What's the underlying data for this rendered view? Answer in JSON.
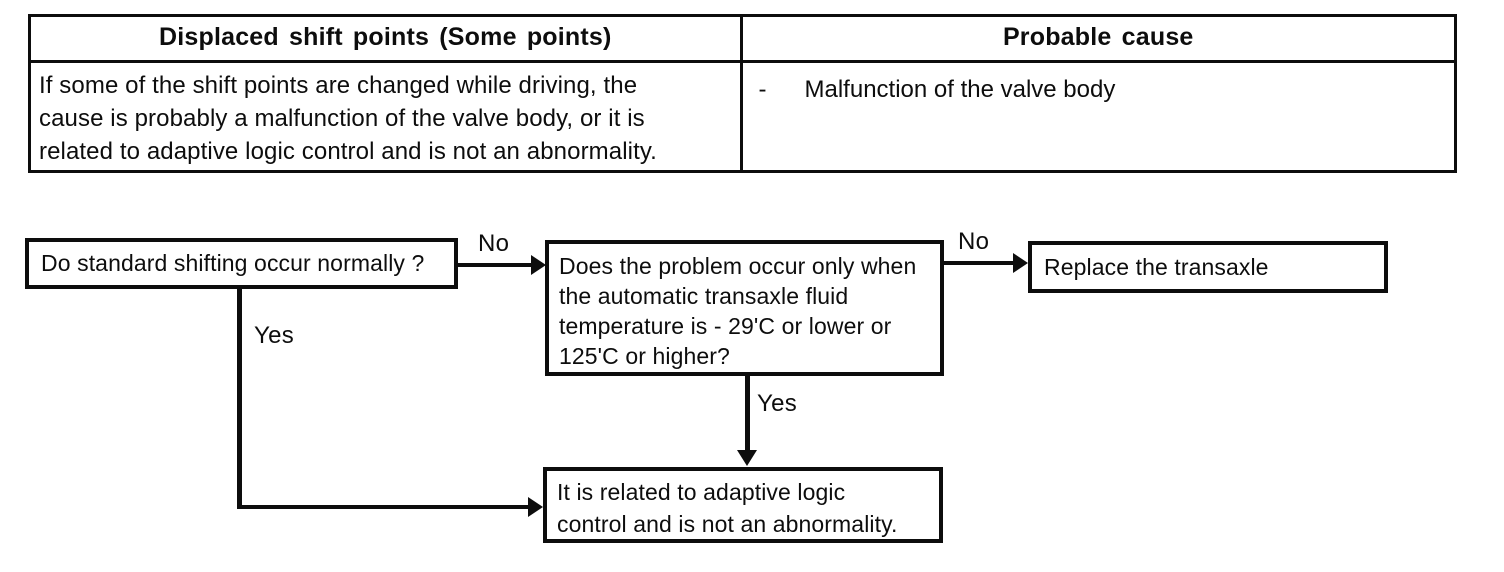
{
  "colors": {
    "ink": "#0d0d0d",
    "paper": "#ffffff"
  },
  "table": {
    "left": {
      "header": "Displaced shift points (Some points)",
      "body_lines": [
        "If some of the shift points are changed while driving, the",
        "cause is probably a malfunction of the valve body, or it is",
        "related to adaptive logic control and is not an abnormality."
      ]
    },
    "right": {
      "header": "Probable cause",
      "bullet": "-",
      "cause": "Malfunction of the valve body"
    }
  },
  "flowchart": {
    "q1": {
      "text": "Do standard shifting occur normally ?",
      "no_label": "No",
      "yes_label": "Yes"
    },
    "q2": {
      "lines": [
        "Does the problem occur only when",
        "the automatic transaxle fluid",
        "temperature is - 29'C or lower or",
        "125'C or higher?"
      ],
      "no_label": "No",
      "yes_label": "Yes"
    },
    "replace": {
      "text": "Replace the transaxle"
    },
    "adaptive": {
      "lines": [
        "It is related to adaptive logic",
        "control and is not an abnormality."
      ]
    }
  }
}
